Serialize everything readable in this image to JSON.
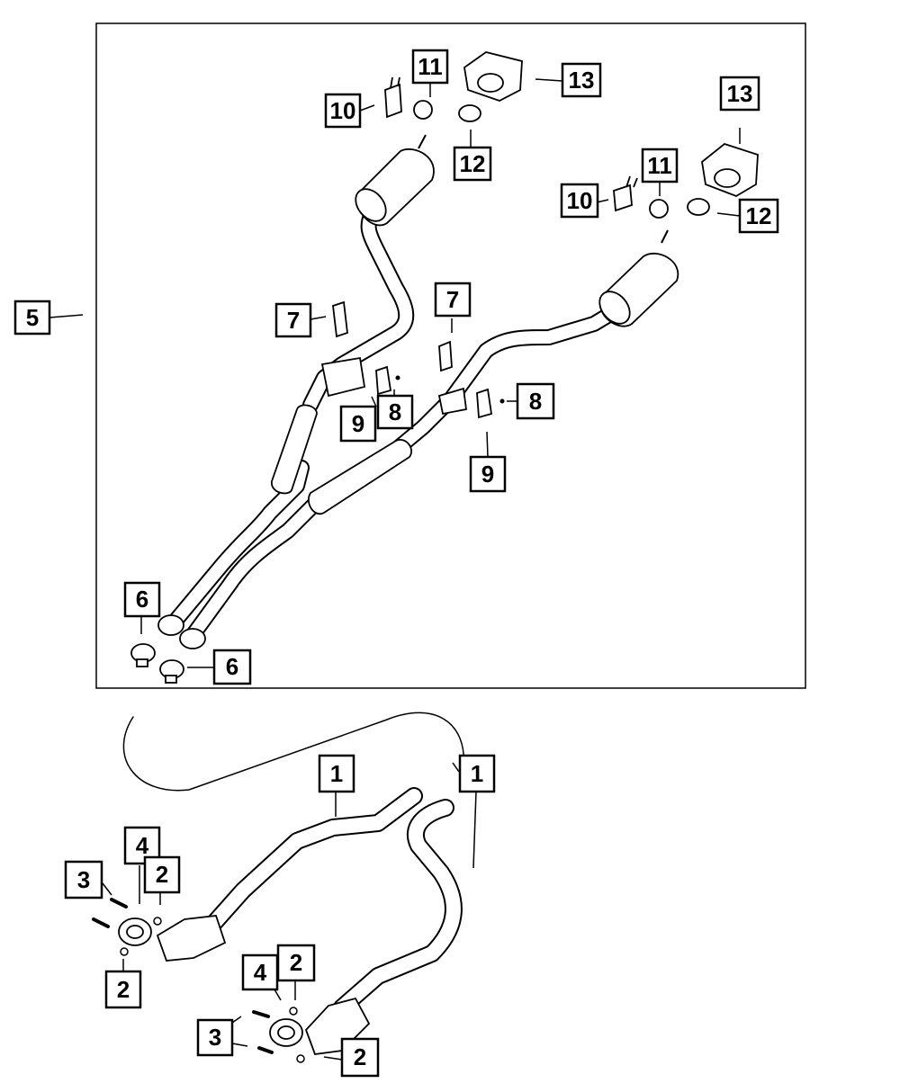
{
  "diagram": {
    "callouts": [
      {
        "id": "c5",
        "label": "5"
      },
      {
        "id": "c10a",
        "label": "10"
      },
      {
        "id": "c11a",
        "label": "11"
      },
      {
        "id": "c13a",
        "label": "13"
      },
      {
        "id": "c12a",
        "label": "12"
      },
      {
        "id": "c13b",
        "label": "13"
      },
      {
        "id": "c11b",
        "label": "11"
      },
      {
        "id": "c10b",
        "label": "10"
      },
      {
        "id": "c12b",
        "label": "12"
      },
      {
        "id": "c7a",
        "label": "7"
      },
      {
        "id": "c7b",
        "label": "7"
      },
      {
        "id": "c8a",
        "label": "8"
      },
      {
        "id": "c9a",
        "label": "9"
      },
      {
        "id": "c8b",
        "label": "8"
      },
      {
        "id": "c9b",
        "label": "9"
      },
      {
        "id": "c6a",
        "label": "6"
      },
      {
        "id": "c6b",
        "label": "6"
      },
      {
        "id": "c1a",
        "label": "1"
      },
      {
        "id": "c1b",
        "label": "1"
      },
      {
        "id": "c4a",
        "label": "4"
      },
      {
        "id": "c3a",
        "label": "3"
      },
      {
        "id": "c2a",
        "label": "2"
      },
      {
        "id": "c2b",
        "label": "2"
      },
      {
        "id": "c4b",
        "label": "4"
      },
      {
        "id": "c2c",
        "label": "2"
      },
      {
        "id": "c3b",
        "label": "3"
      },
      {
        "id": "c2d",
        "label": "2"
      }
    ]
  }
}
